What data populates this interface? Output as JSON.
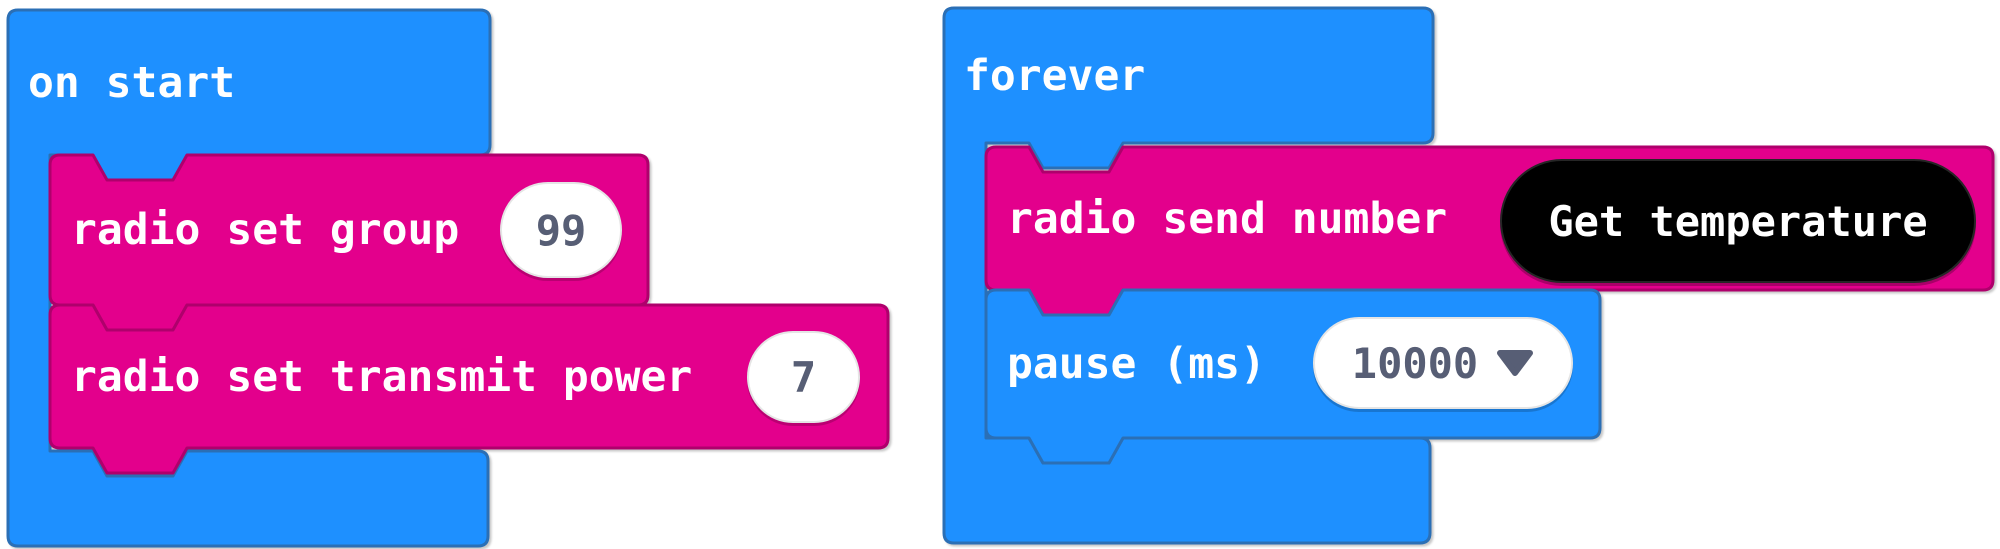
{
  "workspace": {
    "background_color": "#ffffff",
    "colors": {
      "basic_blue": "#1E90FF",
      "basic_blue_border": "#2B6FB5",
      "radio_pink": "#E3008C",
      "radio_pink_border": "#AF006C",
      "function_pill_black": "#000000",
      "field_background": "#ffffff",
      "field_text": "#575E75",
      "block_label_text": "#ffffff"
    },
    "stacks": {
      "on_start": {
        "hat_label": "on start",
        "blocks": [
          {
            "label": "radio set group",
            "value": "99",
            "field_type": "number"
          },
          {
            "label": "radio set transmit power",
            "value": "7",
            "field_type": "number"
          }
        ]
      },
      "forever": {
        "hat_label": "forever",
        "blocks": [
          {
            "label": "radio send number",
            "value": "Get temperature",
            "field_type": "function-call"
          },
          {
            "label": "pause (ms)",
            "value": "10000",
            "field_type": "dropdown",
            "dropdown_caret": "caret-down"
          }
        ]
      }
    }
  }
}
